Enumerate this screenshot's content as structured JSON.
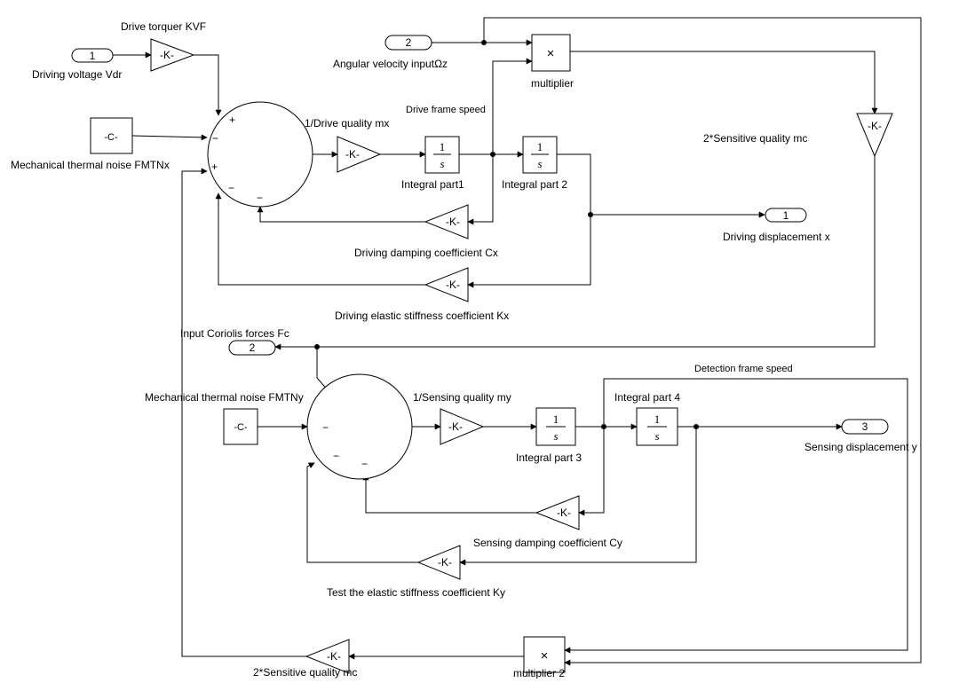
{
  "blocks": {
    "in_vdr": {
      "port": "1",
      "label": "Driving voltage Vdr"
    },
    "gain_kvf": {
      "symbol": "-K-",
      "label": "Drive torquer KVF"
    },
    "const_fmtnx": {
      "symbol": "-C-",
      "label": "Mechanical thermal noise FMTNx"
    },
    "sum_x": {
      "label": "1/Drive quality mx",
      "signs": [
        "+",
        "−",
        "+",
        "−",
        "−"
      ]
    },
    "gain_mx": {
      "symbol": "-K-"
    },
    "int1": {
      "num": "1",
      "den": "s",
      "label": "Integral part1"
    },
    "int2": {
      "num": "1",
      "den": "s",
      "label": "Integral part 2"
    },
    "in_omega": {
      "port": "2",
      "label": "Angular velocity inputΩz"
    },
    "mult1": {
      "symbol": "×",
      "label": "multiplier"
    },
    "drive_frame_speed": {
      "label": "Drive frame speed"
    },
    "gain_mc1": {
      "symbol": "-K-",
      "label": "2*Sensitive quality mc"
    },
    "out_x": {
      "port": "1",
      "label": "Driving displacement x"
    },
    "gain_cx": {
      "symbol": "-K-",
      "label": "Driving damping coefficient Cx"
    },
    "gain_kx": {
      "symbol": "-K-",
      "label": "Driving elastic stiffness coefficient Kx"
    },
    "out_fc": {
      "port": "2",
      "label": "Input Coriolis forces Fc"
    },
    "detection_frame_speed": {
      "label": "Detection frame speed"
    },
    "const_fmtny": {
      "symbol": "-C-",
      "label": "Mechanical thermal noise FMTNy"
    },
    "sum_y": {
      "label": "1/Sensing quality my",
      "signs": [
        "−",
        "−",
        "−"
      ]
    },
    "gain_my": {
      "symbol": "-K-"
    },
    "int3": {
      "num": "1",
      "den": "s",
      "label": "Integral part 3"
    },
    "int4": {
      "num": "1",
      "den": "s",
      "label": "Integral part 4"
    },
    "out_y": {
      "port": "3",
      "label": "Sensing displacement y"
    },
    "gain_cy": {
      "symbol": "-K-",
      "label": "Sensing damping coefficient Cy"
    },
    "gain_ky": {
      "symbol": "-K-",
      "label": "Test the elastic stiffness coefficient Ky"
    },
    "mult2": {
      "symbol": "×",
      "label": "multiplier 2"
    },
    "gain_mc2": {
      "symbol": "-K-",
      "label": "2*Sensitive quality mc"
    }
  }
}
